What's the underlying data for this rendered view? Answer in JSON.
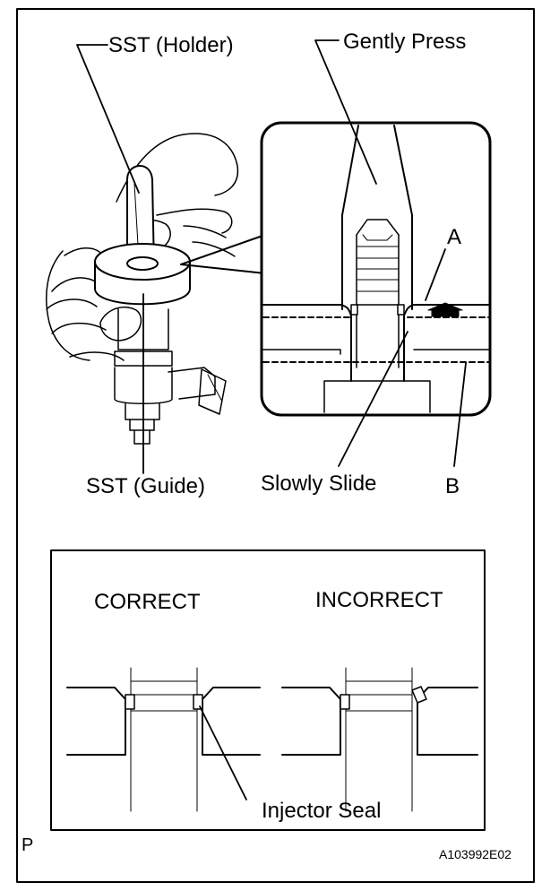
{
  "labels": {
    "sst_holder": "SST (Holder)",
    "gently_press": "Gently Press",
    "a": "A",
    "sst_guide": "SST (Guide)",
    "slowly_slide": "Slowly Slide",
    "b": "B",
    "correct": "CORRECT",
    "incorrect": "INCORRECT",
    "injector_seal": "Injector Seal",
    "p": "P",
    "figure_id": "A103992E02"
  }
}
